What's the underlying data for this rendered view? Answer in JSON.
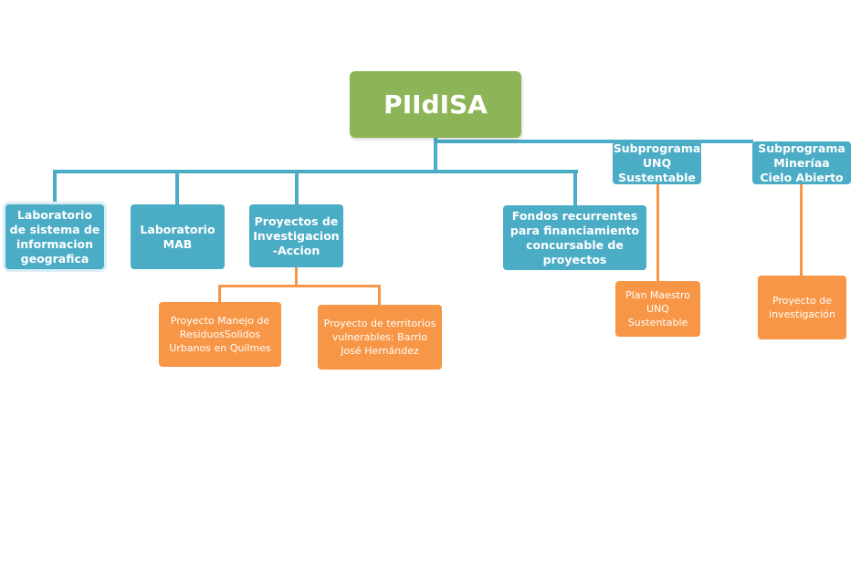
{
  "diagram": {
    "root": "PIIdISA",
    "level1": {
      "lab_sig": "Laboratorio de sistema de informacion geografica",
      "lab_mab": "Laboratorio MAB",
      "proyectos_ia": "Proyectos de Investigacion -Accion",
      "fondos": "Fondos recurrentes para financiamiento concursable de proyectos",
      "sub_unq": "Subprograma UNQ Sustentable",
      "sub_mineria": "Subprograma Mineríaa Cielo Abierto"
    },
    "level2": {
      "residuos": "Proyecto Manejo de ResiduosSolidos Urbanos en Quilmes",
      "territorios": "Proyecto de territorios vulnerables: Barrio José Hernández",
      "plan_maestro": "Plan Maestro UNQ Sustentable",
      "investigacion": "Proyecto de investigación"
    },
    "colors": {
      "root": "#8db558",
      "level1": "#4aacc5",
      "level2": "#f79646"
    }
  }
}
